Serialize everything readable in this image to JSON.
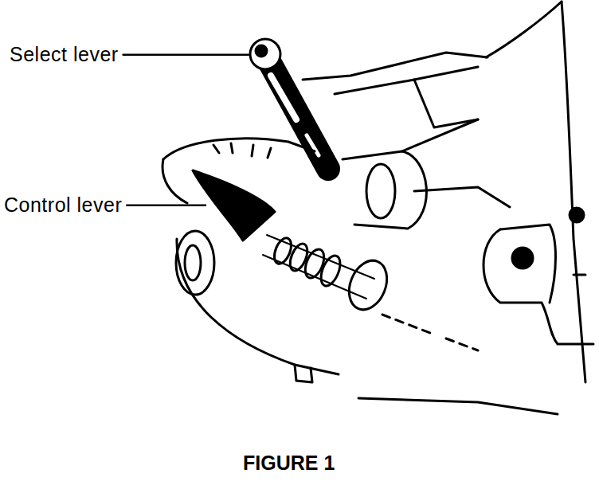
{
  "diagram": {
    "caption": "FIGURE 1",
    "labels": [
      "Select lever",
      "Control lever"
    ]
  }
}
